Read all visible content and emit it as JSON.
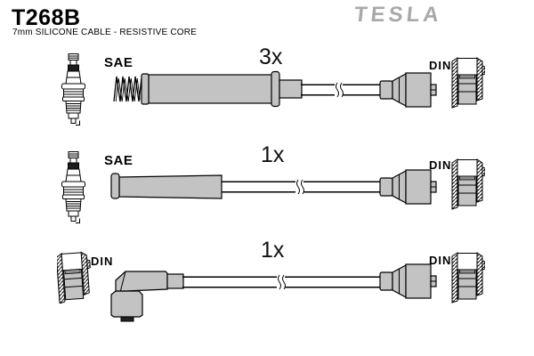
{
  "header": {
    "part_number": "T268B",
    "subtitle": "7mm SILICONE CABLE - RESISTIVE CORE",
    "brand_logo": "TESLA"
  },
  "colors": {
    "boot_gray": "#c3c3c3",
    "logo_gray": "#a9a9a9",
    "outline": "#000000",
    "background": "#ffffff",
    "dark_band": "#1c1c1c"
  },
  "rows": [
    {
      "quantity_label": "3x",
      "left_terminal": {
        "type_label": "SAE",
        "icon": "spark-plug-icon"
      },
      "cable": {
        "style": "coil-spring-protector-long-straight-boot",
        "break_mark": true
      },
      "right_terminal": {
        "type_label": "DIN",
        "icon": "din-socket-section-icon"
      }
    },
    {
      "quantity_label": "1x",
      "left_terminal": {
        "type_label": "SAE",
        "icon": "spark-plug-icon"
      },
      "cable": {
        "style": "straight-boot",
        "break_mark": true
      },
      "right_terminal": {
        "type_label": "DIN",
        "icon": "din-socket-section-icon"
      }
    },
    {
      "quantity_label": "1x",
      "left_terminal": {
        "type_label": "DIN",
        "icon": "din-socket-section-icon"
      },
      "cable": {
        "style": "angled-90-boot",
        "break_mark": true
      },
      "right_terminal": {
        "type_label": "DIN",
        "icon": "din-socket-section-icon"
      }
    }
  ]
}
